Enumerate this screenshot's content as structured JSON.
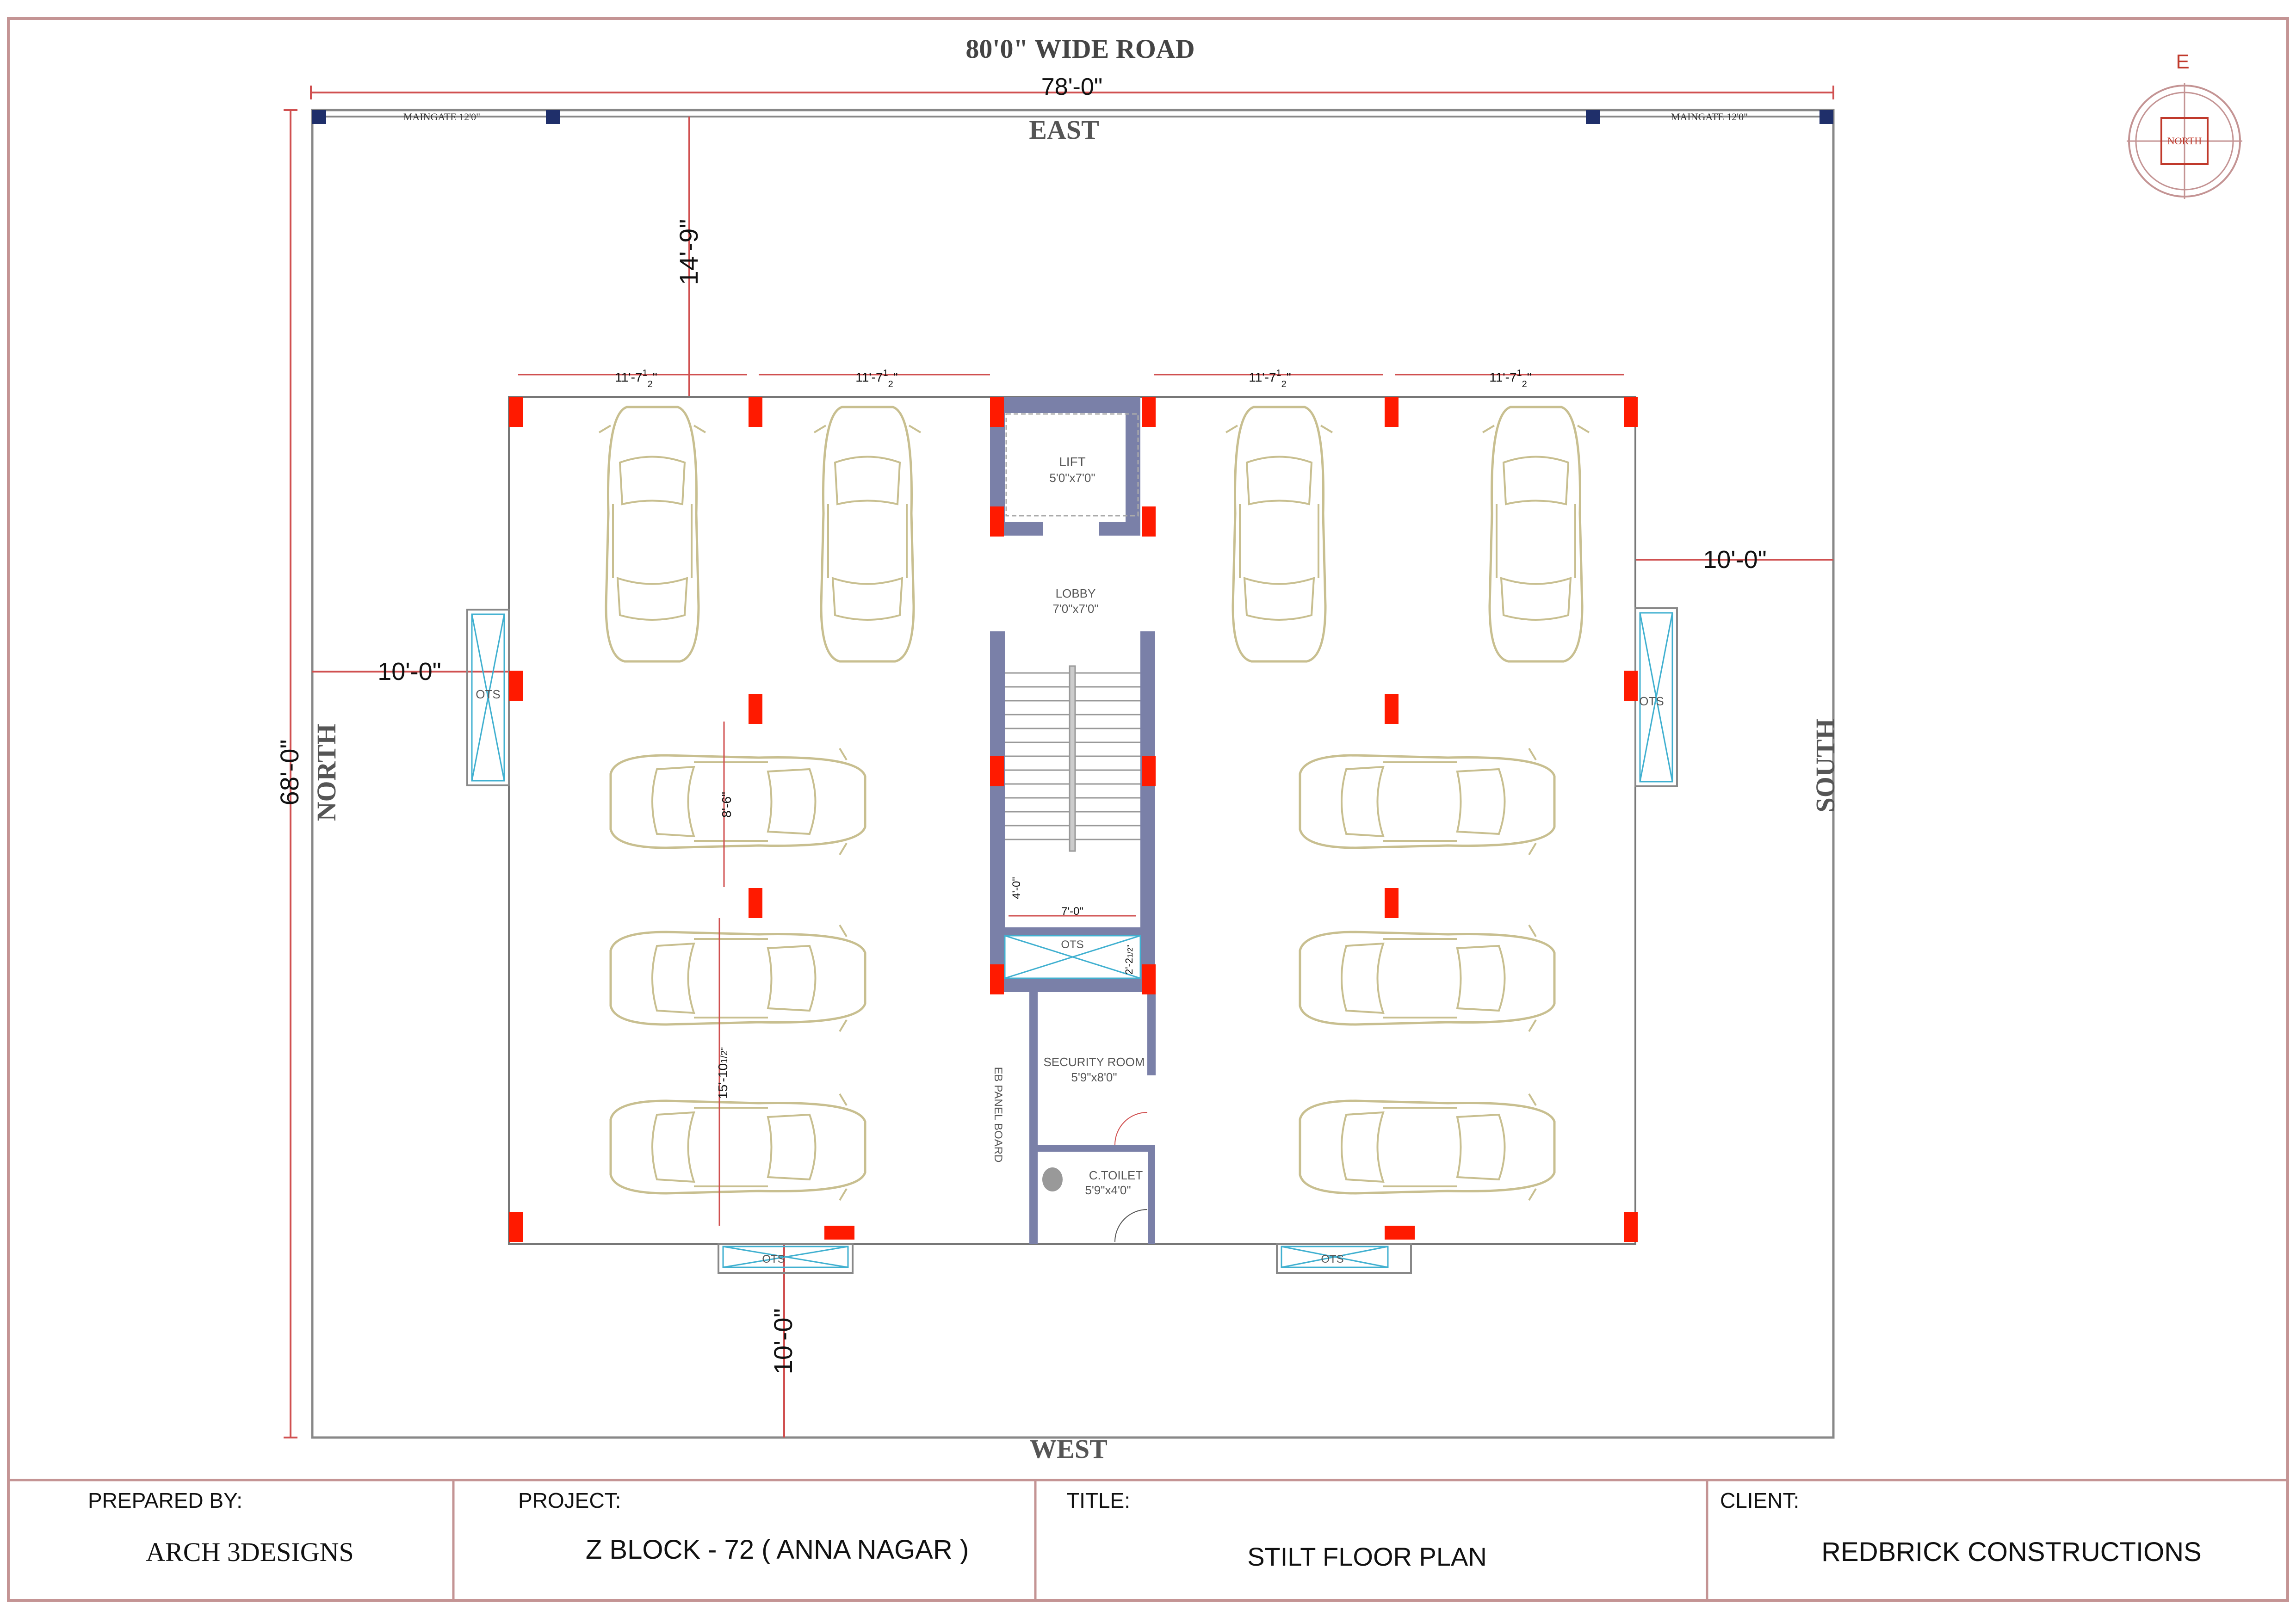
{
  "road_label": "80'0\" WIDE ROAD",
  "directions": {
    "east": "EAST",
    "west": "WEST",
    "north": "NORTH",
    "south": "SOUTH"
  },
  "dimensions": {
    "overall_width": "78'-0\"",
    "overall_depth": "68'-0\"",
    "front_setback": "14'-9\"",
    "side_setback_north": "10'-0\"",
    "side_setback_south": "10'-0\"",
    "rear_setback": "10'-0\"",
    "bay_width": "11'-7",
    "bay_width_fraction_num": "1",
    "bay_width_fraction_den": "2",
    "bay_width_suffix": "\"",
    "parking_width": "8'-6\"",
    "parking_length": "15'-10",
    "parking_length_frac": "1/2\"",
    "stair_width": "7'-0\"",
    "stair_landing": "4'-0\"",
    "ots_depth": "2'-2",
    "ots_depth_frac": "1/2\""
  },
  "gates": {
    "left": "MAINGATE 12'0\"",
    "right": "MAINGATE 12'0\""
  },
  "rooms": {
    "lift_name": "LIFT",
    "lift_size": "5'0\"x7'0\"",
    "lobby_name": "LOBBY",
    "lobby_size": "7'0\"x7'0\"",
    "security_name": "SECURITY ROOM",
    "security_size": "5'9\"x8'0\"",
    "toilet_name": "C.TOILET",
    "toilet_size": "5'9\"x4'0\"",
    "eb_panel": "EB PANEL BOARD",
    "ots": "OTS"
  },
  "compass": {
    "top_letter": "E",
    "center_label": "NORTH"
  },
  "title_block": {
    "prepared_by_label": "PREPARED BY:",
    "prepared_by_value": "ARCH 3DESIGNS",
    "project_label": "PROJECT:",
    "project_value": "Z BLOCK - 72 ( ANNA NAGAR )",
    "title_label": "TITLE:",
    "title_value": "STILT FLOOR PLAN",
    "client_label": "CLIENT:",
    "client_value": "REDBRICK CONSTRUCTIONS"
  },
  "colors": {
    "border": "#c49494",
    "dim_line": "#d05050",
    "wall": "#7a80a8",
    "column": "#ff1a00",
    "car": "#c8bf90",
    "ots_cross": "#40b0d0",
    "text": "#222222"
  }
}
